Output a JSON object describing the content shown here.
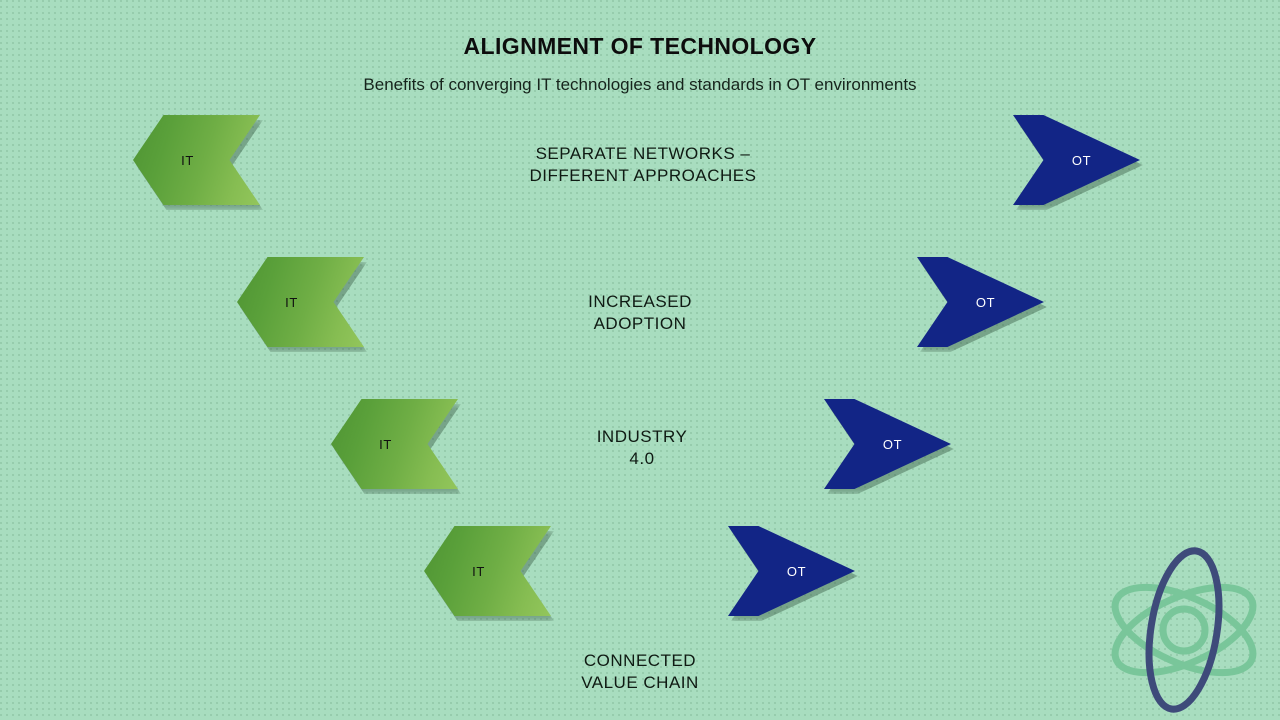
{
  "slide": {
    "background_color": "#a8ddbf",
    "title": "ALIGNMENT OF TECHNOLOGY",
    "subtitle": "Benefits of converging IT technologies and standards in OT environments"
  },
  "colors": {
    "background": "#a8ddbf",
    "it_green_dark": "#4e9433",
    "it_green_light": "#93c65c",
    "ot_blue": "#122586",
    "title_text": "#0d0d0d",
    "body_text": "#0f1a13",
    "logo_navy": "#3e4b7a",
    "logo_green": "#79c69a"
  },
  "stages": [
    {
      "label": "SEPARATE NETWORKS –\nDIFFERENT APPROACHES",
      "it_label": "IT",
      "ot_label": "OT"
    },
    {
      "label": "INCREASED\nADOPTION",
      "it_label": "IT",
      "ot_label": "OT"
    },
    {
      "label": "INDUSTRY\n4.0",
      "it_label": "IT",
      "ot_label": "OT"
    },
    {
      "label": "CONNECTED\nVALUE CHAIN",
      "it_label": "IT",
      "ot_label": "OT"
    }
  ],
  "logo": {
    "name": "atom-logo"
  }
}
